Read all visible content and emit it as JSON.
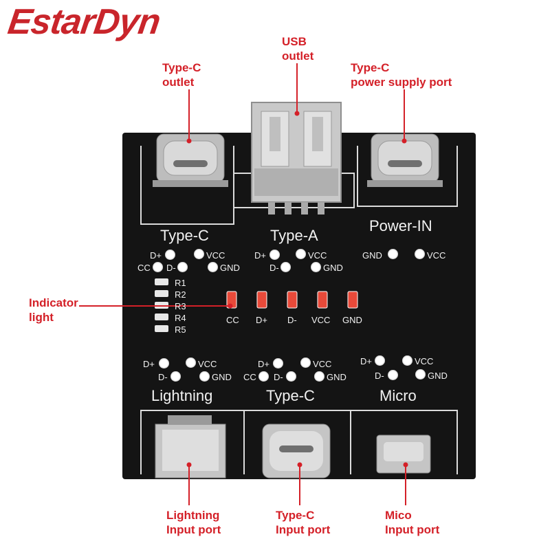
{
  "brand": "EstarDyn",
  "callouts": {
    "typec_outlet": [
      "Type-C",
      "outlet"
    ],
    "usb_outlet": [
      "USB",
      "outlet"
    ],
    "typec_power": [
      "Type-C",
      "power supply port"
    ],
    "indicator": [
      "Indicator",
      "light"
    ],
    "lightning_input": [
      "Lightning",
      "Input port"
    ],
    "typec_input": [
      "Type-C",
      "Input port"
    ],
    "mico_input": [
      "Mico",
      "Input port"
    ]
  },
  "board": {
    "section_typec_top": "Type-C",
    "section_typea": "Type-A",
    "section_power_in": "Power-IN",
    "section_lightning": "Lightning",
    "section_typec_bottom": "Type-C",
    "section_micro": "Micro",
    "pins": {
      "dplus": "D+",
      "dminus": "D-",
      "vcc": "VCC",
      "gnd": "GND",
      "cc": "CC"
    },
    "resistors": [
      "R1",
      "R2",
      "R3",
      "R4",
      "R5"
    ],
    "leds": [
      "CC",
      "D+",
      "D-",
      "VCC",
      "GND"
    ]
  },
  "colors": {
    "brand": "#c9252b",
    "callout": "#d42028",
    "board": "#141414",
    "silkscreen": "#f2f2f2",
    "connector": "#c8c8c8"
  }
}
